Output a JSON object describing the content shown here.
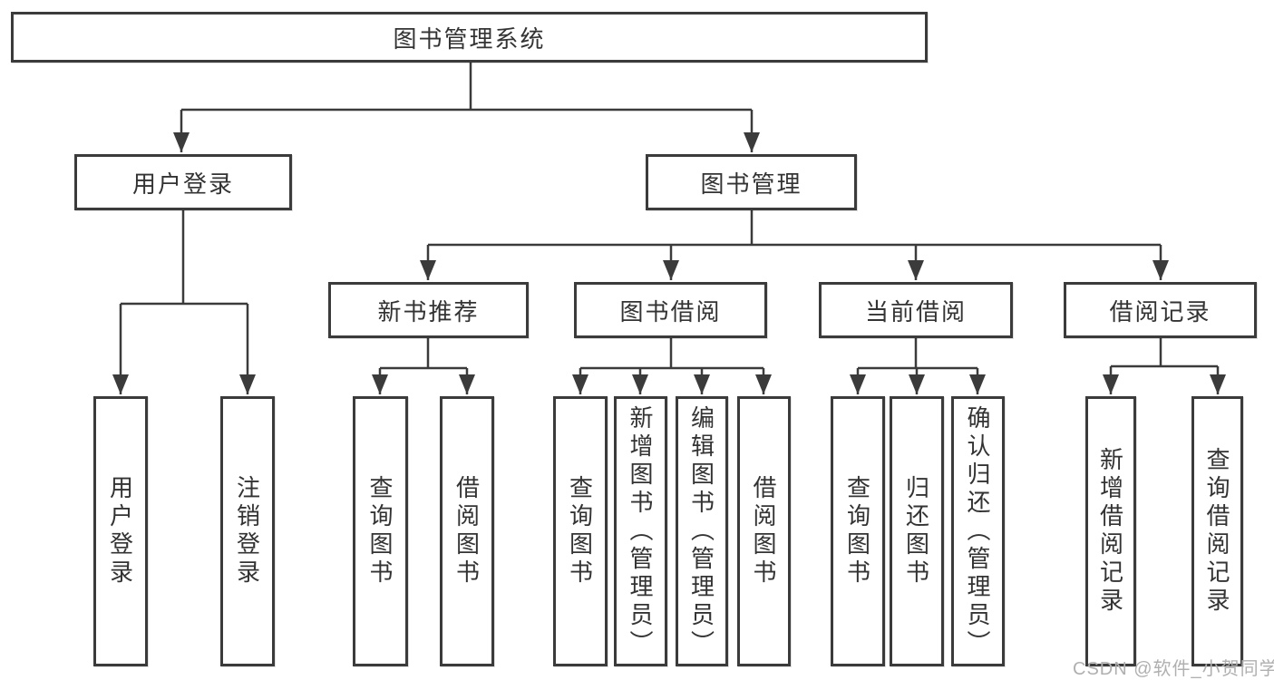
{
  "nodes": {
    "root": {
      "label": "图书管理系统"
    },
    "user_login": {
      "label": "用户登录"
    },
    "book_management": {
      "label": "图书管理"
    },
    "new_book_recommend": {
      "label": "新书推荐"
    },
    "book_borrowing": {
      "label": "图书借阅"
    },
    "current_borrowing": {
      "label": "当前借阅"
    },
    "borrowing_records": {
      "label": "借阅记录"
    },
    "leaf_user_login": {
      "label": "用户登录"
    },
    "leaf_logout": {
      "label": "注销登录"
    },
    "leaf_nb_query_books": {
      "label": "查询图书"
    },
    "leaf_nb_borrow_books": {
      "label": "借阅图书"
    },
    "leaf_bb_query_books": {
      "label": "查询图书"
    },
    "leaf_bb_add_books": {
      "label": "新增图书（管理员）"
    },
    "leaf_bb_edit_books": {
      "label": "编辑图书（管理员）"
    },
    "leaf_bb_borrow_books": {
      "label": "借阅图书"
    },
    "leaf_cb_query_books": {
      "label": "查询图书"
    },
    "leaf_cb_return_books": {
      "label": "归还图书"
    },
    "leaf_cb_confirm_return": {
      "label": "确认归还（管理员）"
    },
    "leaf_br_add_record": {
      "label": "新增借阅记录"
    },
    "leaf_br_query_record": {
      "label": "查询借阅记录"
    }
  },
  "watermark": {
    "text": "CSDN @软件_小贺同学"
  },
  "colors": {
    "line": "#3b3b3b",
    "box_border": "#3b3b3b",
    "box_background": "#ffffff",
    "text": "#333333",
    "watermark": "#b0b0b0",
    "page_background": "#ffffff"
  }
}
